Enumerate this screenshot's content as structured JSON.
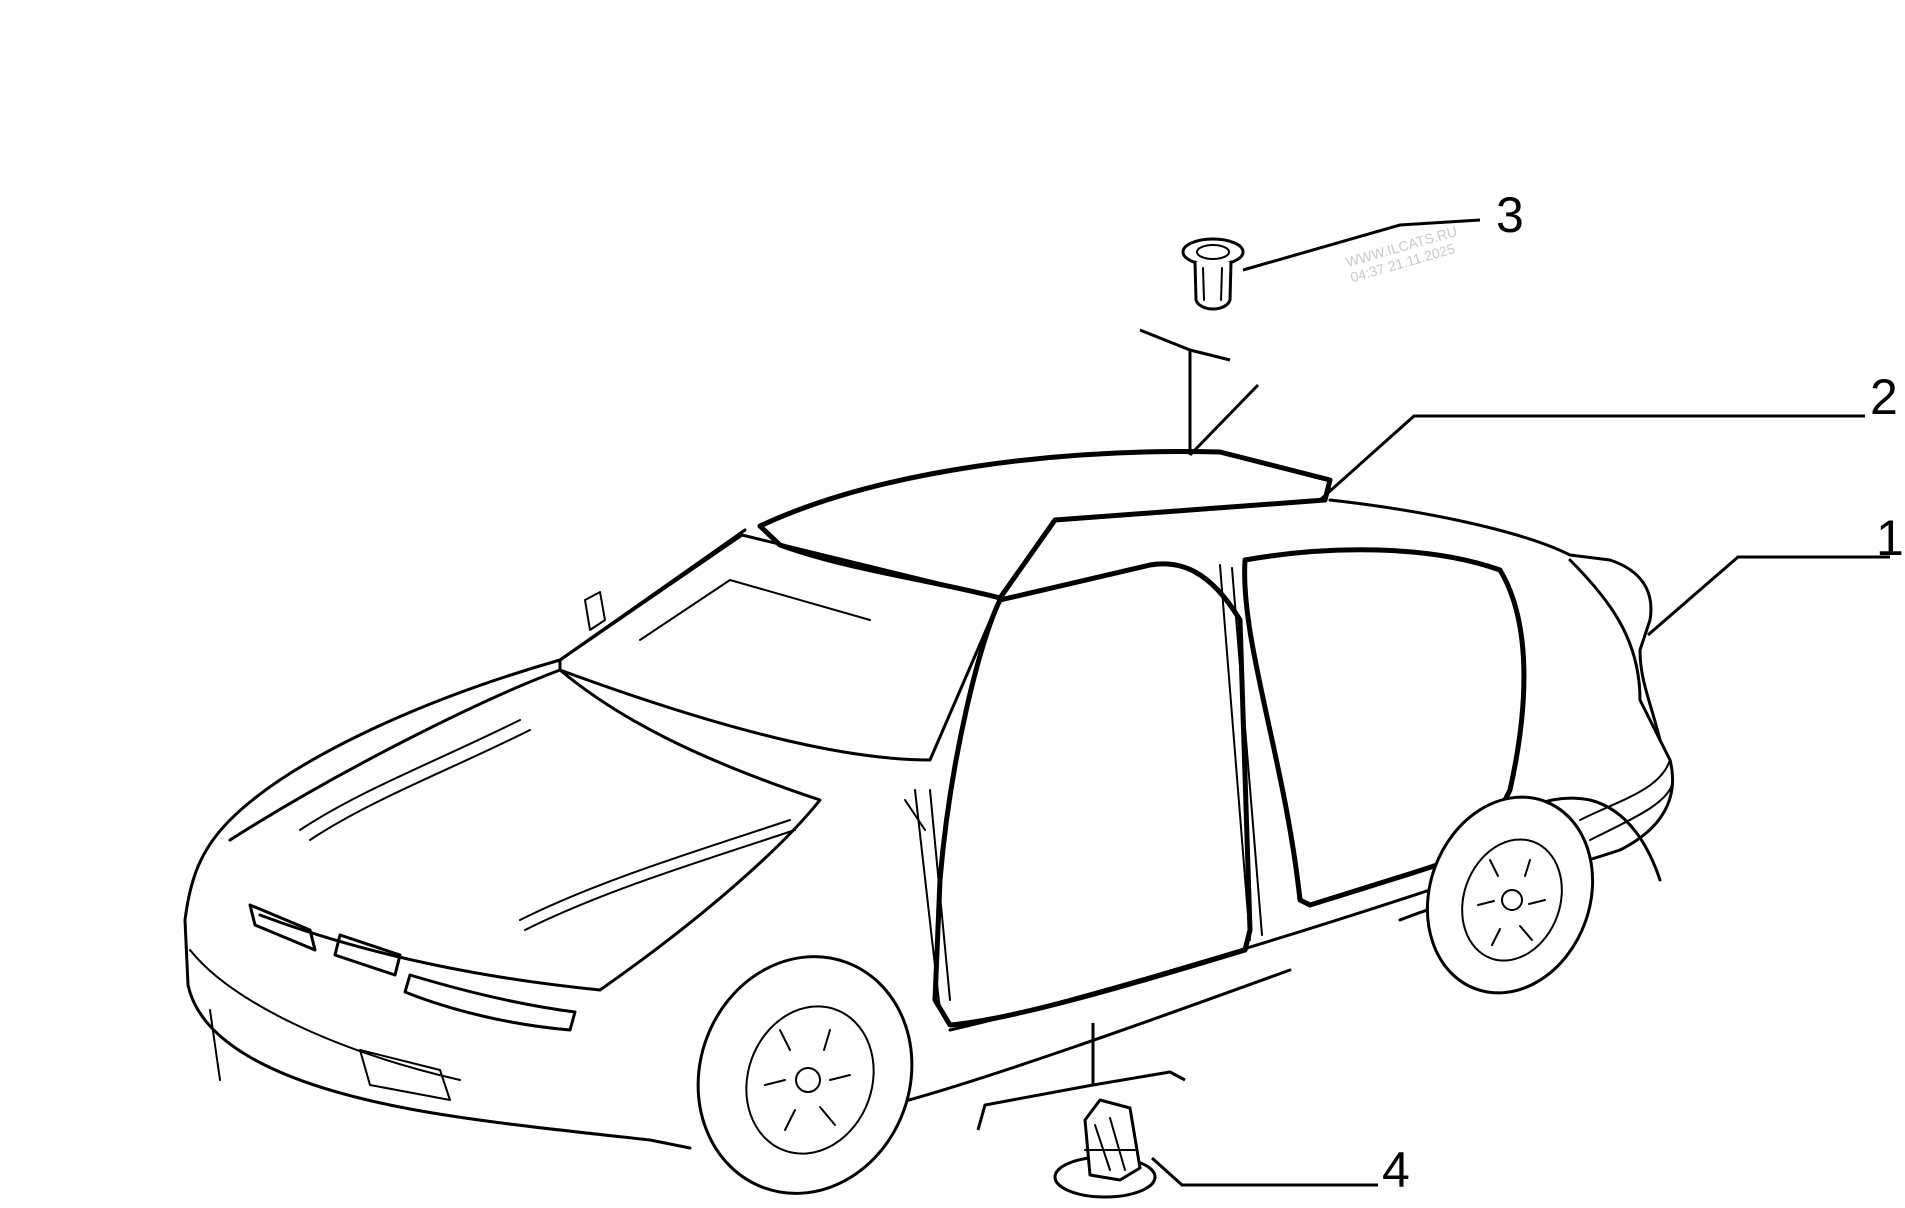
{
  "callouts": [
    {
      "id": "1",
      "label": "1"
    },
    {
      "id": "2",
      "label": "2"
    },
    {
      "id": "3",
      "label": "3"
    },
    {
      "id": "4",
      "label": "4"
    }
  ],
  "watermark": {
    "line1": "WWW.ILCATS.RU",
    "line2": "04:37 21.11.2025"
  }
}
